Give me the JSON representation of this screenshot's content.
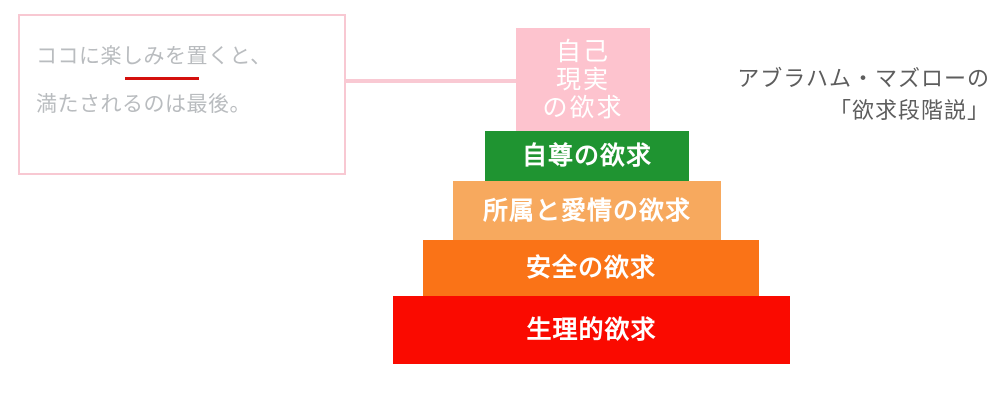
{
  "callout": {
    "line1": "ココに楽しみを置くと、",
    "line2": "満たされるのは最後。",
    "underline_color": "#d4100d",
    "border_color": "#f8c8d2",
    "text_color": "#b9bcbf"
  },
  "connector": {
    "color": "#f9c9d3"
  },
  "title": {
    "line1": "アブラハム・マズローの",
    "line2": "「欲求段階説」",
    "color": "#5d5d5d"
  },
  "pyramid": {
    "tiers": [
      {
        "id": "self-actualization",
        "label": "自己\n現実\nの欲求",
        "label_line1": "自己",
        "label_line2": "現実",
        "label_line3": "の欲求",
        "color": "#fdc3ce",
        "level": 5
      },
      {
        "id": "esteem",
        "label": "自尊の欲求",
        "color": "#1f9431",
        "level": 4
      },
      {
        "id": "belonging",
        "label": "所属と愛情の欲求",
        "color": "#f7a95e",
        "level": 3
      },
      {
        "id": "safety",
        "label": "安全の欲求",
        "color": "#fa7317",
        "level": 2
      },
      {
        "id": "physiological",
        "label": "生理的欲求",
        "color": "#fa0a00",
        "level": 1
      }
    ]
  }
}
